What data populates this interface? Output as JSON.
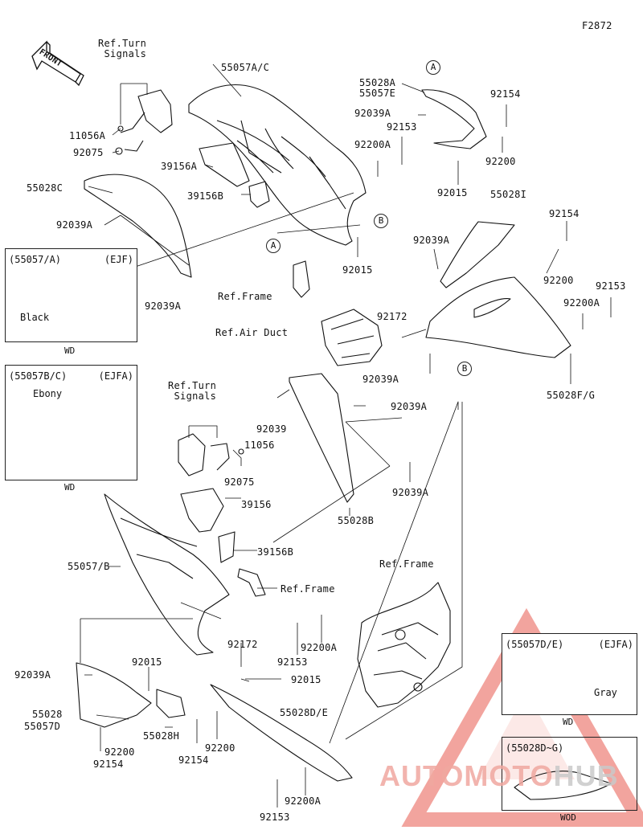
{
  "figure_code": "F2872",
  "front_arrow": "FRONT",
  "labels": {
    "ref_turn_signals_top": "Ref.Turn\nSignals",
    "p11056A": "11056A",
    "p92075_top": "92075",
    "p55057AC": "55057A/C",
    "p39156A": "39156A",
    "p39156B_top": "39156B",
    "p55028C": "55028C",
    "p92039A_left": "92039A",
    "p92039A_bottom_left": "92039A",
    "p55028A": "55028A",
    "p55057E": "55057E",
    "p92039A_top": "92039A",
    "p92154_top": "92154",
    "p92153_top": "92153",
    "p92200A_top": "92200A",
    "p92200_top": "92200",
    "p92015_top": "92015",
    "p92015_mid": "92015",
    "ref_frame_top": "Ref.Frame",
    "p55028I": "55028I",
    "p92154_right": "92154",
    "p92039A_right": "92039A",
    "p92200_right": "92200",
    "p92153_right": "92153",
    "p92200A_right": "92200A",
    "ref_air_duct": "Ref.Air Duct",
    "p92172_right": "92172",
    "p92039A_right_low": "92039A",
    "p55028FG": "55028F/G",
    "p92039": "92039",
    "p92039A_center": "92039A",
    "p92039A_center_low": "92039A",
    "p55028B": "55028B",
    "ref_turn_signals_mid": "Ref.Turn\nSignals",
    "p11056": "11056",
    "p92075_mid": "92075",
    "p39156": "39156",
    "p39156B_mid": "39156B",
    "p55057B": "55057/B",
    "ref_frame_mid": "Ref.Frame",
    "ref_frame_bottom": "Ref.Frame",
    "p92200A_low": "92200A",
    "p92153_low": "92153",
    "p92039A_lower_left": "92039A",
    "p92015_lower": "92015",
    "p92172_lower": "92172",
    "p92015_lower_right": "92015",
    "p55028": "55028",
    "p55057D": "55057D",
    "p55028H": "55028H",
    "p55028DE": "55028D/E",
    "p92200_lower": "92200",
    "p92154_lower": "92154",
    "p92200_bottom": "92200",
    "p92154_bottom": "92154",
    "p92200A_bottom": "92200A",
    "p92153_bottom": "92153"
  },
  "callouts": {
    "a1": "A",
    "a2": "A",
    "b1": "B",
    "b2": "B"
  },
  "inset_boxes": [
    {
      "code": "(55057/A)",
      "variant": "(EJF)",
      "color": "Black",
      "footer": "WD"
    },
    {
      "code": "(55057B/C)",
      "variant": "(EJFA)",
      "color": "Ebony",
      "footer": "WD"
    },
    {
      "code": "(55057D/E)",
      "variant": "(EJFA)",
      "color": "Gray",
      "footer": "WD"
    },
    {
      "code": "(55028D~G)",
      "variant": "",
      "color": "",
      "footer": "WOD"
    }
  ],
  "watermark": {
    "part1": "AUTOMOTO",
    "part2": "HUB"
  }
}
